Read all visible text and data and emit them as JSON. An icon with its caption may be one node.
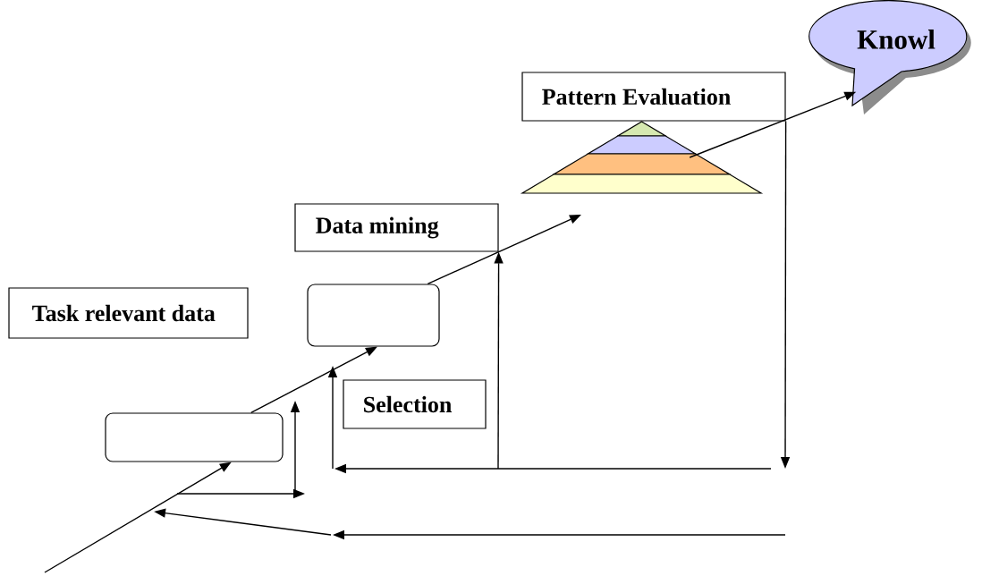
{
  "diagram": {
    "nodes": [
      {
        "text": [
          "Task relevant data"
        ]
      },
      {
        "text": [],
        "shape": "box"
      },
      {
        "text": [
          "Data mining"
        ]
      },
      {
        "text": [
          "Selection"
        ]
      },
      {
        "text": [],
        "shape": "box"
      },
      {
        "text": [
          "Pattern Evaluation"
        ]
      },
      {
        "text": [],
        "shape": "pyramid"
      },
      {
        "text": [
          "Knowl"
        ]
      }
    ],
    "edges": [
      {
        "from": null,
        "to": 4,
        "arrow": "to"
      },
      {
        "from": 4,
        "to": 1,
        "arrow": "to"
      },
      {
        "from": 1,
        "to": null,
        "arrow": "to"
      },
      {
        "from": 6,
        "to": 7,
        "arrow": "to"
      },
      {
        "from": 5,
        "to": null,
        "arrow": "to"
      },
      {
        "from": null,
        "to": 2,
        "arrow": "to"
      }
    ]
  }
}
